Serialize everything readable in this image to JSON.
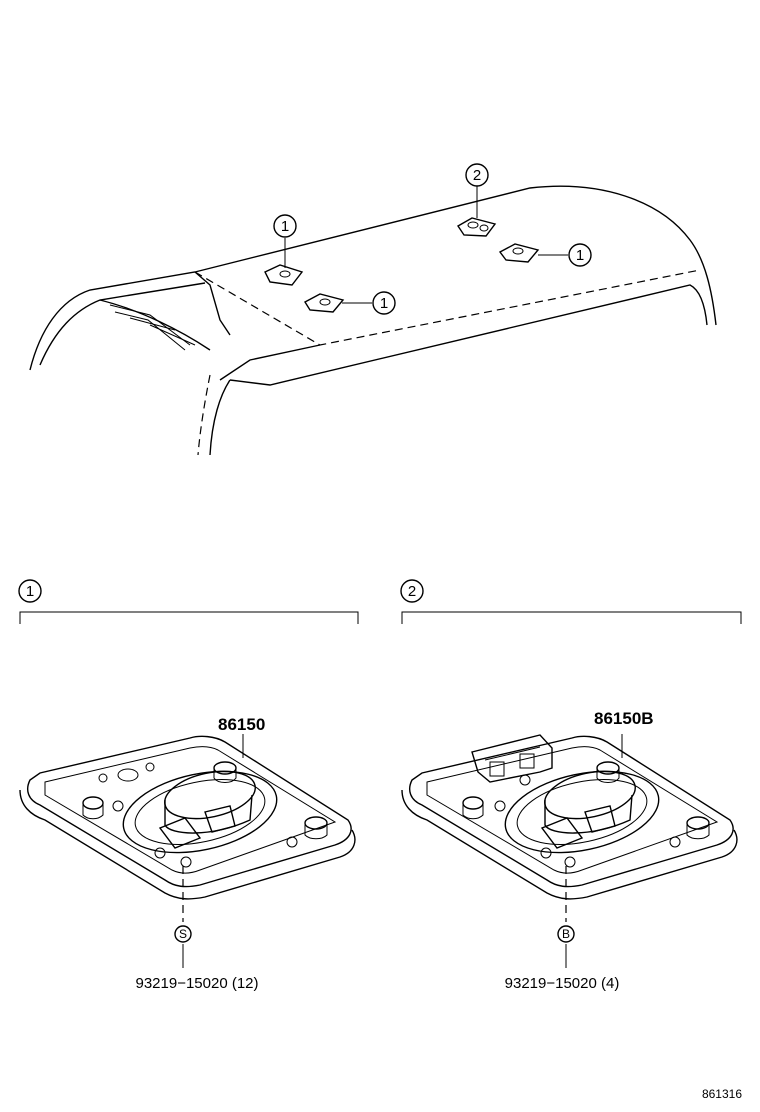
{
  "callouts": {
    "c1": "1",
    "c2": "2"
  },
  "sections": [
    {
      "marker": "1",
      "part_number": "86150",
      "fastener_symbol": "S",
      "fastener_label": "93219−15020 (12)"
    },
    {
      "marker": "2",
      "part_number": "86150B",
      "fastener_symbol": "B",
      "fastener_label": "93219−15020 (4)"
    }
  ],
  "figure_id": "861316"
}
